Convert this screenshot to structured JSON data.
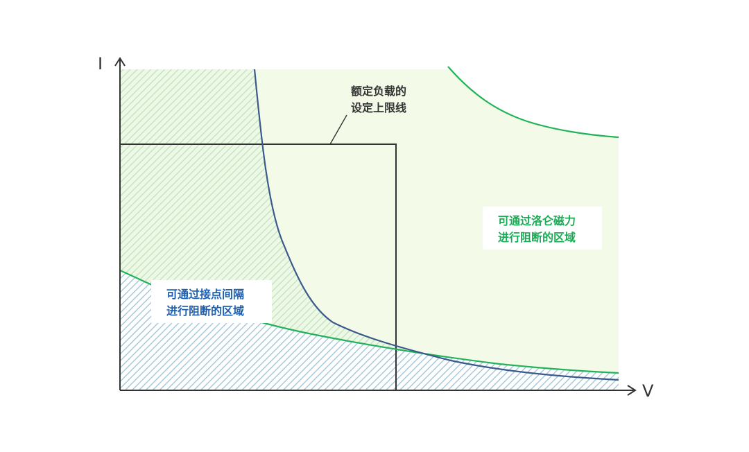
{
  "axes": {
    "y_label": "I",
    "x_label": "V"
  },
  "annotations": {
    "rated_load": {
      "line1": "额定负载的",
      "line2": "设定上限线"
    },
    "contact_gap_region": {
      "line1": "可通过接点间隔",
      "line2": "进行阻断的区域"
    },
    "lorentz_region": {
      "line1": "可通过洛仑磁力",
      "line2": "进行阻断的区域"
    }
  },
  "colors": {
    "axis": "#333333",
    "blue_curve": "#3a5a8c",
    "green_curve": "#22b35a",
    "light_green_fill": "#f3fbe8",
    "green_hatch": "#bfe3bb",
    "blue_hatch": "#9cc3d6",
    "rated_box": "#333333",
    "blue_label": "#1e5fb0",
    "green_label": "#1aab55"
  }
}
